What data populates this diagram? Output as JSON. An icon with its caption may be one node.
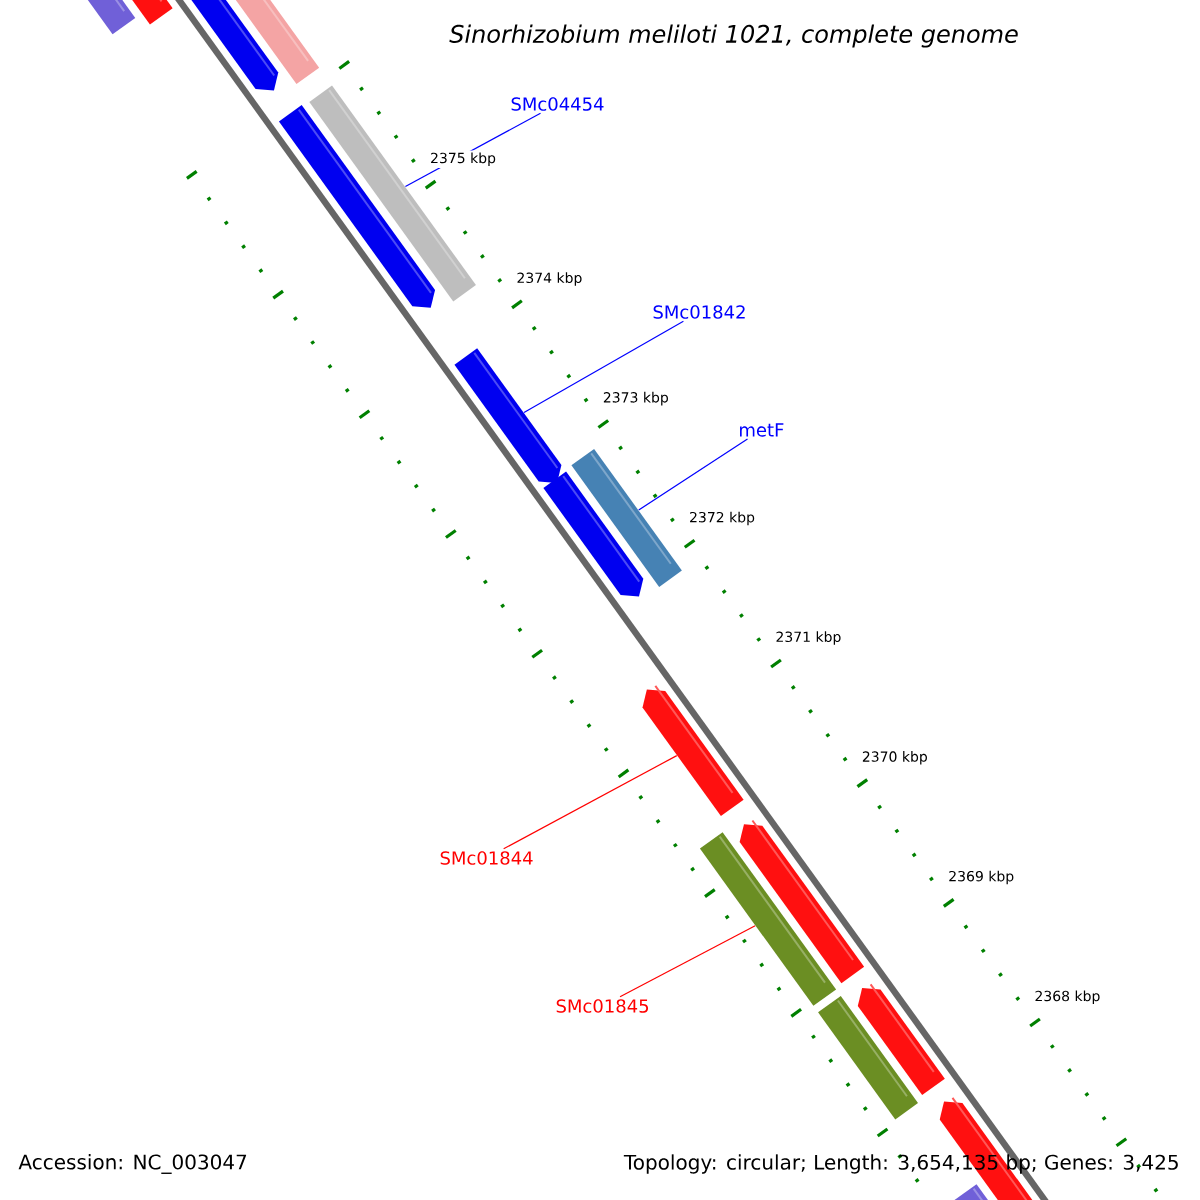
{
  "diagram": {
    "title": "Sinorhizobium meliloti 1021, complete genome",
    "nodes": [
      {
        "text": [
          "SMc04454"
        ]
      },
      {
        "text": [
          "SMc01842"
        ]
      },
      {
        "text": [
          "metF"
        ]
      },
      {
        "text": [
          "SMc01844"
        ]
      },
      {
        "text": [
          "SMc01845"
        ]
      },
      {
        "text": [],
        "shape": "bar"
      },
      {
        "text": [],
        "shape": "bar"
      },
      {
        "text": [],
        "shape": "bar"
      },
      {
        "text": [],
        "shape": "bar"
      },
      {
        "text": [],
        "shape": "bar"
      },
      {
        "text": [],
        "shape": "bar"
      },
      {
        "text": [],
        "shape": "bar"
      },
      {
        "text": [],
        "shape": "bar"
      },
      {
        "text": [],
        "shape": "bar"
      },
      {
        "text": [],
        "shape": "bar"
      },
      {
        "text": [],
        "shape": "bar"
      },
      {
        "text": [],
        "shape": "bar"
      },
      {
        "text": [],
        "shape": "bar"
      },
      {
        "text": [],
        "shape": "bar"
      },
      {
        "text": [],
        "shape": "bar"
      },
      {
        "text": [],
        "shape": "bar"
      }
    ],
    "edges": [
      {
        "from": 0,
        "to": 9,
        "arrow": "none"
      },
      {
        "from": 1,
        "to": 11,
        "arrow": "none"
      },
      {
        "from": 2,
        "to": 12,
        "arrow": "none"
      },
      {
        "from": 3,
        "to": 14,
        "arrow": "none",
        "color": "#ff0000"
      },
      {
        "from": 4,
        "to": 16,
        "arrow": "none",
        "color": "#ff0000"
      }
    ],
    "labels": [
      "2375 kbp",
      "2374 kbp",
      "2373 kbp",
      "2372 kbp",
      "2371 kbp",
      "2370 kbp",
      "2369 kbp",
      "2368 kbp",
      "Accession: NC_003047",
      "Topology: circular; Length: 3,654,135 bp; Genes: 3,425"
    ]
  }
}
